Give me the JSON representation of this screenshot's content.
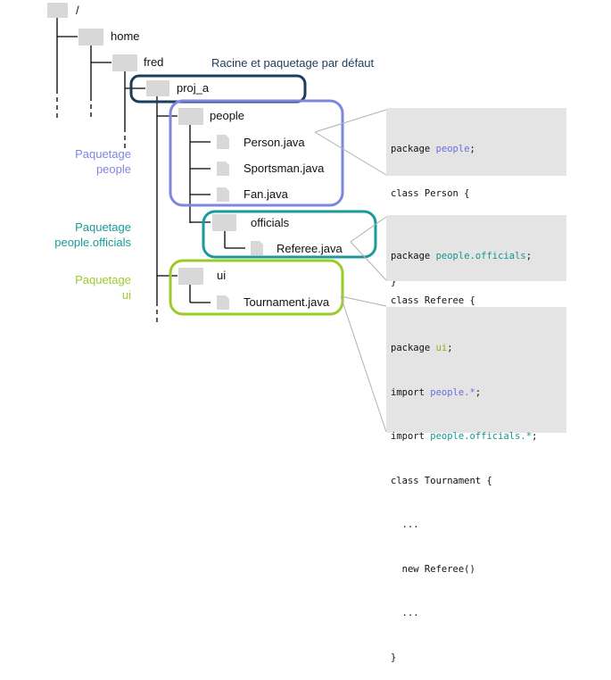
{
  "tree": {
    "root": "/",
    "home": "home",
    "fred": "fred",
    "proj_a": "proj_a",
    "people": "people",
    "person_java": "Person.java",
    "sportsman_java": "Sportsman.java",
    "fan_java": "Fan.java",
    "officials": "officials",
    "referee_java": "Referee.java",
    "ui": "ui",
    "tournament_java": "Tournament.java"
  },
  "annotations": {
    "root_package": "Racine et paquetage par défaut",
    "pkg_people_1": "Paquetage",
    "pkg_people_2": "people",
    "pkg_officials_1": "Paquetage",
    "pkg_officials_2": "people.officials",
    "pkg_ui_1": "Paquetage",
    "pkg_ui_2": "ui"
  },
  "code": {
    "person": {
      "l1_kw": "package",
      "l1_name": "people",
      "l1_end": ";",
      "l2": "class Person {",
      "l3": "  ...",
      "l4": "}"
    },
    "referee": {
      "l1_kw": "package",
      "l1_name": "people.officials",
      "l1_end": ";",
      "l2": "class Referee {",
      "l3": "  ...",
      "l4": "}"
    },
    "tournament": {
      "l1_kw": "package",
      "l1_name": "ui",
      "l1_end": ";",
      "l2_kw": "import",
      "l2_name": "people.*",
      "l2_end": ";",
      "l3_kw": "import",
      "l3_name": "people.officials.*",
      "l3_end": ";",
      "l4": "class Tournament {",
      "l5": "  ...",
      "l6": "  new Referee()",
      "l7": "  ...",
      "l8": "}"
    }
  },
  "colors": {
    "proj_box": "#1a3d5c",
    "people_box": "#7f86e0",
    "officials_box": "#1a9a9a",
    "ui_box": "#9acb2a",
    "people_text": "#6b6ee0",
    "officials_text": "#14958f",
    "ui_text": "#86b81a",
    "folder": "#d8d8d8",
    "code_bg": "#e4e4e4"
  }
}
